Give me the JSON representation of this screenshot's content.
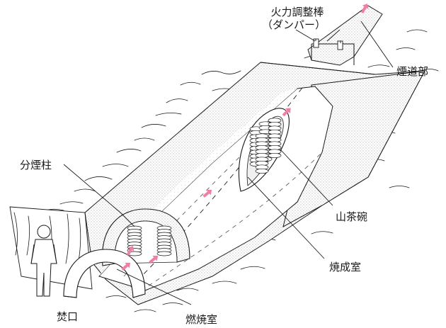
{
  "labels": {
    "damper_line1": "火力調整棒",
    "damper_line2": "（ダンパー）",
    "flue": "煙道部",
    "separator_pillar": "分煙柱",
    "bowls": "山茶碗",
    "firing_chamber": "焼成室",
    "stoke_hole": "焚口",
    "combustion_chamber": "燃焼室"
  },
  "colors": {
    "outline": "#1a1a1a",
    "kiln_fill": "#f4f4f4",
    "shadow_fill": "#d9d9d9",
    "flow_arrow": "#f07fa6"
  },
  "icons": {
    "flow": "flow-arrow-icon",
    "person": "person-silhouette-icon"
  }
}
